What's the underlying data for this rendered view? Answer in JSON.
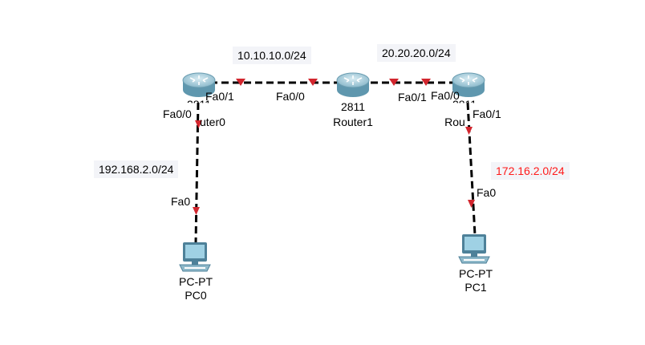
{
  "colors": {
    "link": "#000000",
    "port_marker": "#d2262e",
    "router_body": "#9fc6d6",
    "router_dark": "#4f8aa3",
    "pc_screen": "#6fa8c2",
    "pc_body": "#5c8fa6",
    "net_label_bg": "#f3f4f8",
    "highlight_text": "#ff1a1a"
  },
  "devices": {
    "router0": {
      "model": "2811",
      "name": "Router0",
      "icon": "router-icon"
    },
    "router1": {
      "model": "2811",
      "name": "Router1",
      "icon": "router-icon"
    },
    "router2": {
      "model": "2811",
      "name": "Router2",
      "icon": "router-icon"
    },
    "pc0": {
      "model": "PC-PT",
      "name": "PC0",
      "icon": "pc-icon"
    },
    "pc1": {
      "model": "PC-PT",
      "name": "PC1",
      "icon": "pc-icon"
    }
  },
  "networks": {
    "n1": "10.10.10.0/24",
    "n2": "20.20.20.0/24",
    "n3": "192.168.2.0/24",
    "n4": "172.16.2.0/24"
  },
  "ports": {
    "r0_fa01": "Fa0/1",
    "r0_fa00": "Fa0/0",
    "r1_fa00": "Fa0/0",
    "r1_fa01": "Fa0/1",
    "r2_fa00": "Fa0/0",
    "r2_fa01": "Fa0/1",
    "pc0_fa0": "Fa0",
    "pc1_fa0": "Fa0"
  }
}
